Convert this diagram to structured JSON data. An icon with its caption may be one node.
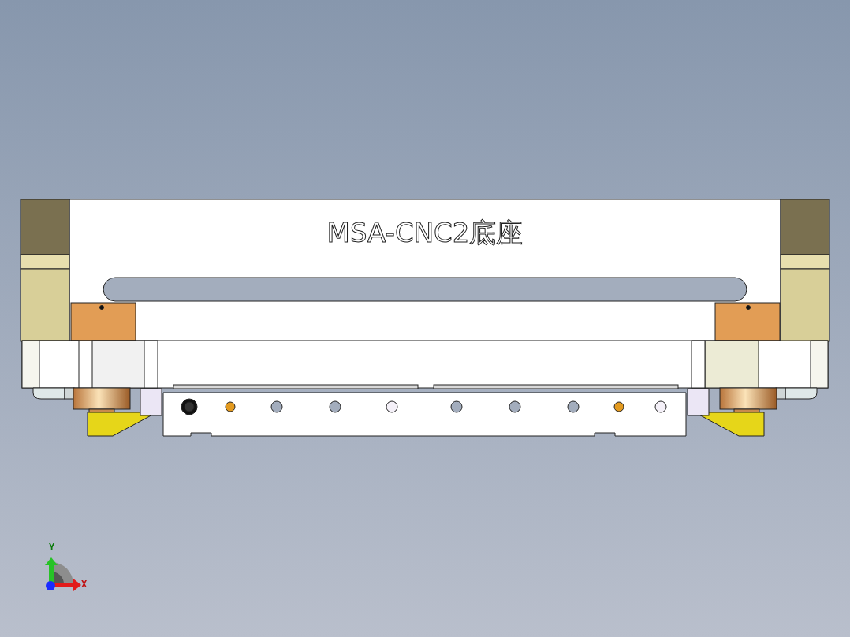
{
  "diagram": {
    "labels": [
      "MSA-CNC2底座",
      "Y",
      "X"
    ]
  }
}
